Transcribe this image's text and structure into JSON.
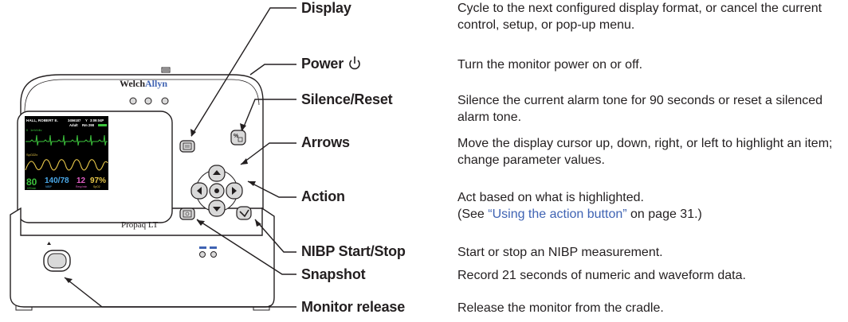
{
  "device": {
    "brand": "Welch Allyn",
    "brand_part1": "Welch",
    "brand_part2": "Allyn",
    "model": "Propaq LT",
    "screen": {
      "patient_name": "HALL, ROBERT E.",
      "patient_id": "3456187",
      "patient_flag": "Y",
      "time": "3:09:04P",
      "patient_type": "Adult",
      "room": "Rm 298",
      "ecg_lead": "II",
      "ecg_scale": "1mV/div",
      "spo2_scale": "2x",
      "spo2_label": "SpO2",
      "hr_value": "80",
      "hr_label": "HR/min",
      "nibp_value": "140/78",
      "nibp_sub": "NIBP",
      "resp_value": "12",
      "resp_label": "Resp/min",
      "spo2_value": "97%",
      "spo2_unit_label": "SpO2"
    }
  },
  "items": [
    {
      "label": "Display",
      "desc": "Cycle to the next configured display format, or cancel the current control, setup, or pop-up menu."
    },
    {
      "label": "Power",
      "desc": "Turn the monitor power on or off."
    },
    {
      "label": "Silence/Reset",
      "desc": "Silence the current alarm tone for 90 seconds or reset a silenced alarm tone."
    },
    {
      "label": "Arrows",
      "desc": "Move the display cursor up, down, right, or left to highlight an item; change parameter values."
    },
    {
      "label": "Action",
      "desc": "Act based on what is highlighted.",
      "ref_prefix": "(See ",
      "ref_link": "“Using the action button”",
      "ref_suffix": " on page 31.)"
    },
    {
      "label": "NIBP Start/Stop",
      "desc": "Start or stop an NIBP measurement."
    },
    {
      "label": "Snapshot",
      "desc": "Record 21 seconds of numeric and waveform data."
    },
    {
      "label": "Monitor release",
      "desc": "Release the monitor from the cradle."
    }
  ]
}
